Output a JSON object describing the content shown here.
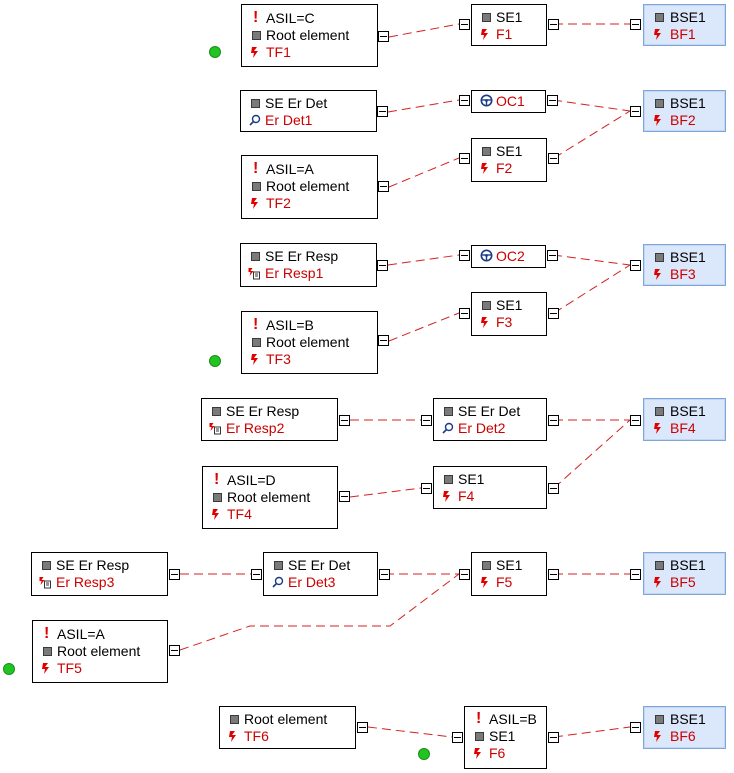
{
  "groups": [
    {
      "nodes": [
        {
          "rows": [
            {
              "icon": "asil-icon",
              "text": "ASIL=C",
              "red": false
            },
            {
              "icon": "block-icon",
              "text": "Root element",
              "red": false
            },
            {
              "icon": "fault-icon",
              "text": "TF1",
              "red": true
            }
          ]
        },
        {
          "rows": [
            {
              "icon": "block-icon",
              "text": "SE1",
              "red": false
            },
            {
              "icon": "fault-icon",
              "text": "F1",
              "red": true
            }
          ]
        },
        {
          "rows": [
            {
              "icon": "block-icon",
              "text": "BSE1",
              "red": false
            },
            {
              "icon": "fault-icon",
              "text": "BF1",
              "red": true
            }
          ]
        }
      ]
    },
    {
      "nodes": [
        {
          "rows": [
            {
              "icon": "block-icon",
              "text": "SE Er Det",
              "red": false
            },
            {
              "icon": "error-detection-icon",
              "text": "Er Det1",
              "red": true
            }
          ]
        },
        {
          "rows": [
            {
              "icon": "steering-wheel-icon",
              "text": "OC1",
              "red": true
            }
          ]
        },
        {
          "rows": [
            {
              "icon": "block-icon",
              "text": "BSE1",
              "red": false
            },
            {
              "icon": "fault-icon",
              "text": "BF2",
              "red": true
            }
          ]
        },
        {
          "rows": [
            {
              "icon": "asil-icon",
              "text": "ASIL=A",
              "red": false
            },
            {
              "icon": "block-icon",
              "text": "Root element",
              "red": false
            },
            {
              "icon": "fault-icon",
              "text": "TF2",
              "red": true
            }
          ]
        },
        {
          "rows": [
            {
              "icon": "block-icon",
              "text": "SE1",
              "red": false
            },
            {
              "icon": "fault-icon",
              "text": "F2",
              "red": true
            }
          ]
        }
      ]
    },
    {
      "nodes": [
        {
          "rows": [
            {
              "icon": "block-icon",
              "text": "SE Er Resp",
              "red": false
            },
            {
              "icon": "error-response-icon",
              "text": "Er Resp1",
              "red": true
            }
          ]
        },
        {
          "rows": [
            {
              "icon": "steering-wheel-icon",
              "text": "OC2",
              "red": true
            }
          ]
        },
        {
          "rows": [
            {
              "icon": "block-icon",
              "text": "BSE1",
              "red": false
            },
            {
              "icon": "fault-icon",
              "text": "BF3",
              "red": true
            }
          ]
        },
        {
          "rows": [
            {
              "icon": "asil-icon",
              "text": "ASIL=B",
              "red": false
            },
            {
              "icon": "block-icon",
              "text": "Root element",
              "red": false
            },
            {
              "icon": "fault-icon",
              "text": "TF3",
              "red": true
            }
          ]
        },
        {
          "rows": [
            {
              "icon": "block-icon",
              "text": "SE1",
              "red": false
            },
            {
              "icon": "fault-icon",
              "text": "F3",
              "red": true
            }
          ]
        }
      ]
    },
    {
      "nodes": [
        {
          "rows": [
            {
              "icon": "block-icon",
              "text": "SE Er Resp",
              "red": false
            },
            {
              "icon": "error-response-icon",
              "text": "Er Resp2",
              "red": true
            }
          ]
        },
        {
          "rows": [
            {
              "icon": "block-icon",
              "text": "SE Er Det",
              "red": false
            },
            {
              "icon": "error-detection-icon",
              "text": "Er Det2",
              "red": true
            }
          ]
        },
        {
          "rows": [
            {
              "icon": "block-icon",
              "text": "BSE1",
              "red": false
            },
            {
              "icon": "fault-icon",
              "text": "BF4",
              "red": true
            }
          ]
        },
        {
          "rows": [
            {
              "icon": "asil-icon",
              "text": "ASIL=D",
              "red": false
            },
            {
              "icon": "block-icon",
              "text": "Root element",
              "red": false
            },
            {
              "icon": "fault-icon",
              "text": "TF4",
              "red": true
            }
          ]
        },
        {
          "rows": [
            {
              "icon": "block-icon",
              "text": "SE1",
              "red": false
            },
            {
              "icon": "fault-icon",
              "text": "F4",
              "red": true
            }
          ]
        }
      ]
    },
    {
      "nodes": [
        {
          "rows": [
            {
              "icon": "block-icon",
              "text": "SE Er Resp",
              "red": false
            },
            {
              "icon": "error-response-icon",
              "text": "Er Resp3",
              "red": true
            }
          ]
        },
        {
          "rows": [
            {
              "icon": "block-icon",
              "text": "SE Er Det",
              "red": false
            },
            {
              "icon": "error-detection-icon",
              "text": "Er Det3",
              "red": true
            }
          ]
        },
        {
          "rows": [
            {
              "icon": "block-icon",
              "text": "SE1",
              "red": false
            },
            {
              "icon": "fault-icon",
              "text": "F5",
              "red": true
            }
          ]
        },
        {
          "rows": [
            {
              "icon": "block-icon",
              "text": "BSE1",
              "red": false
            },
            {
              "icon": "fault-icon",
              "text": "BF5",
              "red": true
            }
          ]
        },
        {
          "rows": [
            {
              "icon": "asil-icon",
              "text": "ASIL=A",
              "red": false
            },
            {
              "icon": "block-icon",
              "text": "Root element",
              "red": false
            },
            {
              "icon": "fault-icon",
              "text": "TF5",
              "red": true
            }
          ]
        }
      ]
    },
    {
      "nodes": [
        {
          "rows": [
            {
              "icon": "block-icon",
              "text": "Root element",
              "red": false
            },
            {
              "icon": "fault-icon",
              "text": "TF6",
              "red": true
            }
          ]
        },
        {
          "rows": [
            {
              "icon": "asil-icon",
              "text": "ASIL=B",
              "red": false
            },
            {
              "icon": "block-icon",
              "text": "SE1",
              "red": false
            },
            {
              "icon": "fault-icon",
              "text": "F6",
              "red": true
            }
          ]
        },
        {
          "rows": [
            {
              "icon": "block-icon",
              "text": "BSE1",
              "red": false
            },
            {
              "icon": "fault-icon",
              "text": "BF6",
              "red": true
            }
          ]
        }
      ]
    }
  ],
  "colors": {
    "connector": "#d42020",
    "text_red": "#cc0000",
    "status_dot": "#22c422",
    "highlight_fill": "#dbe8fb"
  }
}
